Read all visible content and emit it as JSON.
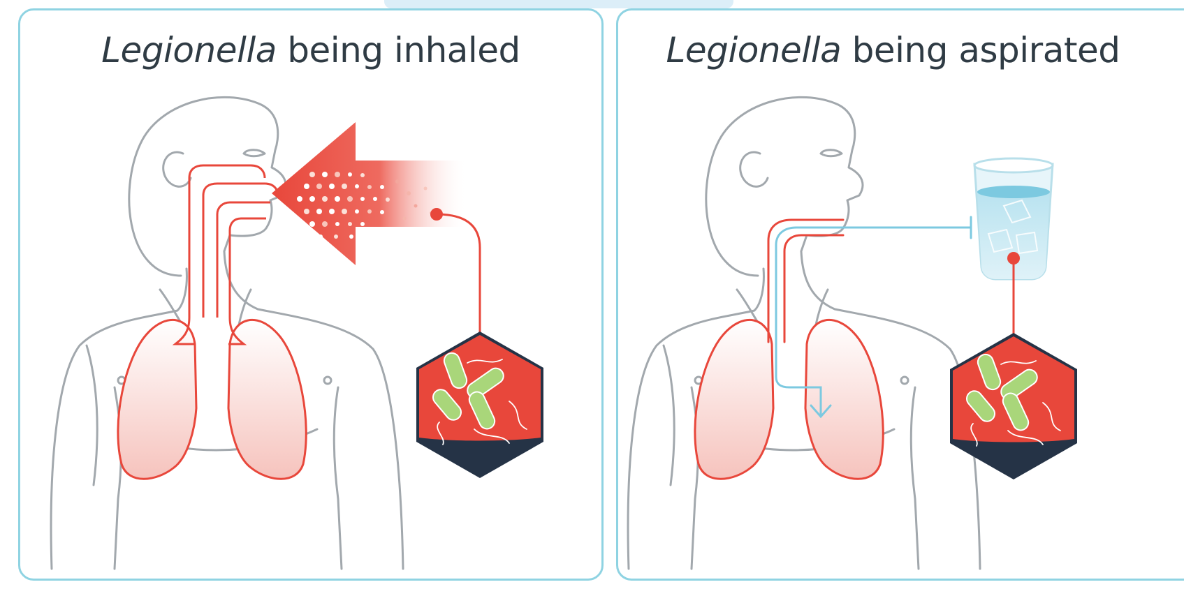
{
  "panels": [
    {
      "title_italic": "Legionella",
      "title_rest": " being inhaled"
    },
    {
      "title_italic": "Legionella",
      "title_rest": " being aspirated"
    }
  ],
  "colors": {
    "panel_border": "#8fd3e2",
    "body_outline": "#a2a8ad",
    "airway_red": "#e8473b",
    "lung_fill": "#f6c9c4",
    "bacteria_green": "#a9d67a",
    "water_blue": "#7cc9e0",
    "hexagon_dark": "#253346"
  }
}
